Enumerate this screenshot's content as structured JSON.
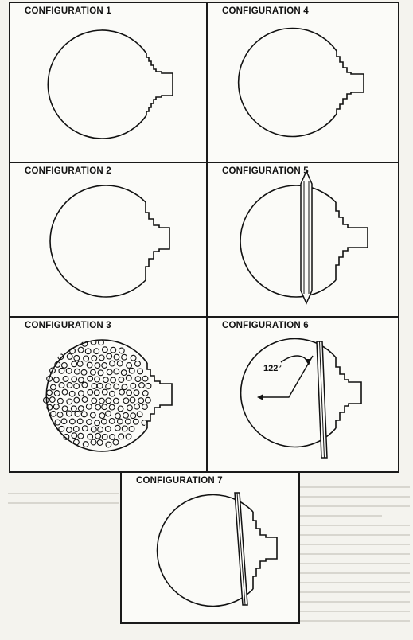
{
  "panels": [
    {
      "id": "c1",
      "label": "CONFIGURATION 1"
    },
    {
      "id": "c4",
      "label": "CONFIGURATION 4"
    },
    {
      "id": "c2",
      "label": "CONFIGURATION 2"
    },
    {
      "id": "c5",
      "label": "CONFIGURATION 5"
    },
    {
      "id": "c3",
      "label": "CONFIGURATION 3"
    },
    {
      "id": "c6",
      "label": "CONFIGURATION 6"
    },
    {
      "id": "c7",
      "label": "CONFIGURATION 7"
    }
  ],
  "annotations": {
    "angle": "122°"
  },
  "colors": {
    "line": "#111111",
    "paper": "#fbfbf8"
  }
}
